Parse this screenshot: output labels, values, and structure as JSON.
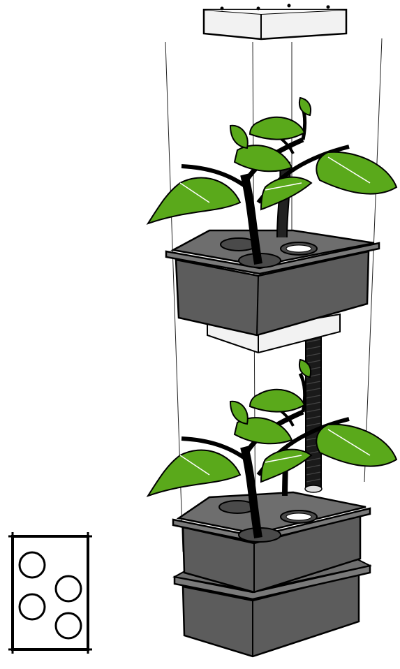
{
  "colors": {
    "bin_side": "#5c5c5c",
    "bin_top": "#6e6e6e",
    "lid": "#7a7a7a",
    "light_panel": "#f0f0f0",
    "leaf": "#5aa91b",
    "leaf_highlight": "#ffffff",
    "stem": "#111111",
    "outline": "#000000",
    "rope": "#222222",
    "pipe": "#1a1a1a",
    "reservoir_panel": "#ececec"
  },
  "components": {
    "top_light": "grow-light-panel",
    "upper_tier": "upper-grow-bin",
    "lower_tier": "lower-grow-bin",
    "base": "water-reservoir",
    "pipe": "water-return-pipe",
    "suspension": "hanging-wires",
    "inset": "top-view-four-hole-lid"
  },
  "icons": [
    "plant-icon",
    "bin-icon",
    "light-icon",
    "pipe-icon"
  ]
}
